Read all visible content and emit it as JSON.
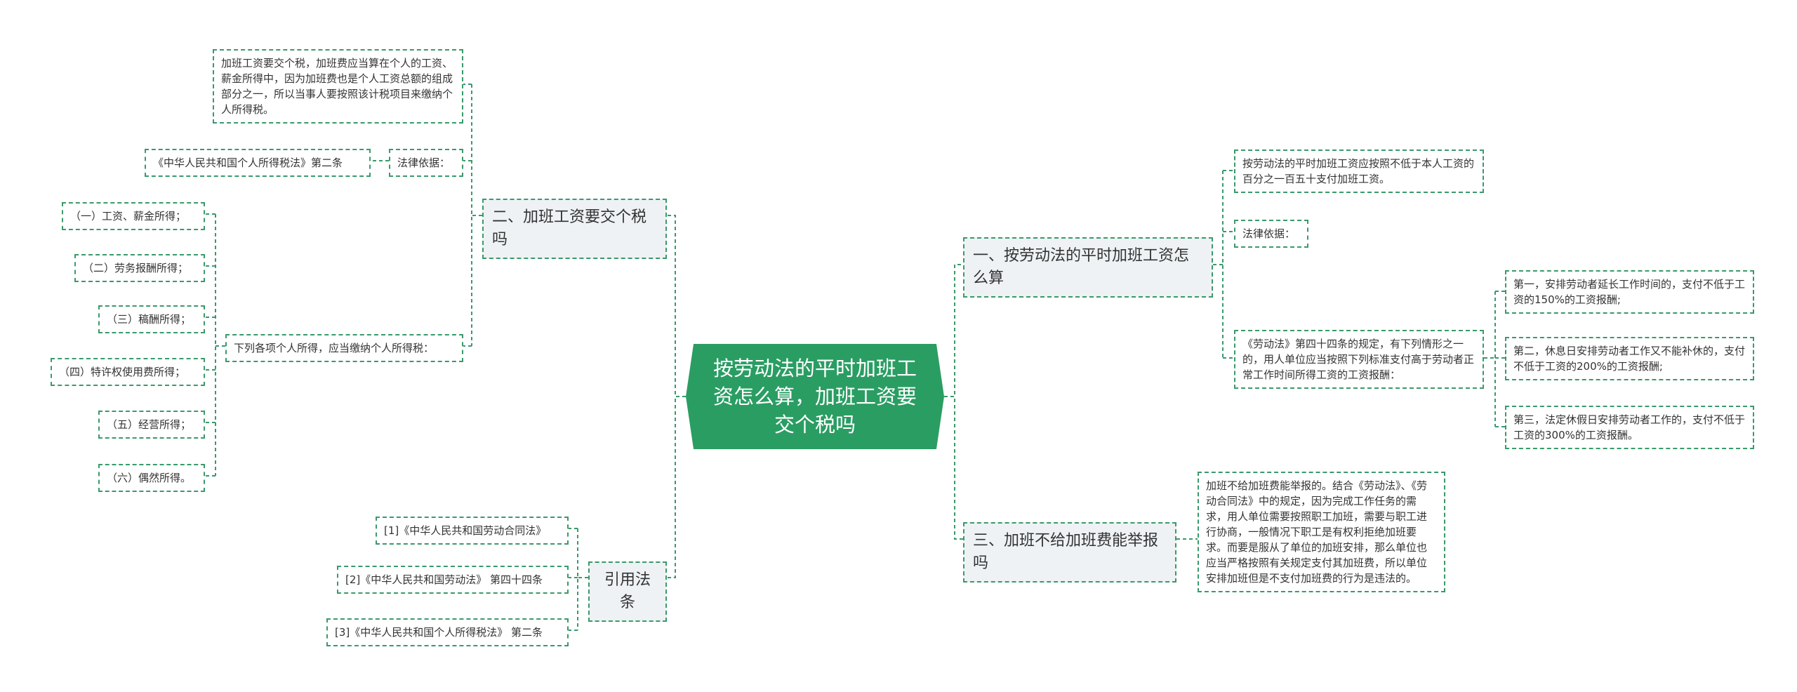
{
  "colors": {
    "root_fill": "#2a9d63",
    "connector": "#3a9a6a",
    "branch_fill": "#eef2f4"
  },
  "root": {
    "label": "按劳动法的平时加班工资怎么算，加班工资要交个税吗"
  },
  "left": {
    "b2": {
      "label": "二、加班工资要交个税吗",
      "explanation": "加班工资要交个税，加班费应当算在个人的工资、薪金所得中，因为加班费也是个人工资总额的组成部分之一，所以当事人要按照该计税项目来缴纳个人所得税。",
      "legal_basis_label": "法律依据：",
      "legal_basis_ref": "《中华人民共和国个人所得税法》第二条",
      "income_intro": "下列各项个人所得，应当缴纳个人所得税：",
      "incomes": [
        "（一）工资、薪金所得；",
        "（二）劳务报酬所得；",
        "（三）稿酬所得；",
        "（四）特许权使用费所得；",
        "（五）经营所得；",
        "（六）偶然所得。"
      ]
    },
    "refs": {
      "label": "引用法条",
      "items": [
        "[1]《中华人民共和国劳动合同法》",
        "[2]《中华人民共和国劳动法》 第四十四条",
        "[3]《中华人民共和国个人所得税法》 第二条"
      ]
    }
  },
  "right": {
    "b1": {
      "label": "一、按劳动法的平时加班工资怎么算",
      "answer": "按劳动法的平时加班工资应按照不低于本人工资的百分之一百五十支付加班工资。",
      "legal_basis_label": "法律依据：",
      "art44_intro": "《劳动法》第四十四条的规定，有下列情形之一的，用人单位应当按照下列标准支付高于劳动者正常工作时间所得工资的工资报酬：",
      "art44_items": [
        "第一，安排劳动者延长工作时间的，支付不低于工资的150%的工资报酬;",
        "第二，休息日安排劳动者工作又不能补休的，支付不低于工资的200%的工资报酬;",
        "第三，法定休假日安排劳动者工作的，支付不低于工资的300%的工资报酬。"
      ]
    },
    "b3": {
      "label": "三、加班不给加班费能举报吗",
      "detail": "加班不给加班费能举报的。结合《劳动法》、《劳动合同法》中的规定，因为完成工作任务的需求，用人单位需要按照职工加班，需要与职工进行协商，一般情况下职工是有权利拒绝加班要求。而要是服从了单位的加班安排，那么单位也应当严格按照有关规定支付其加班费，所以单位安排加班但是不支付加班费的行为是违法的。"
    }
  }
}
